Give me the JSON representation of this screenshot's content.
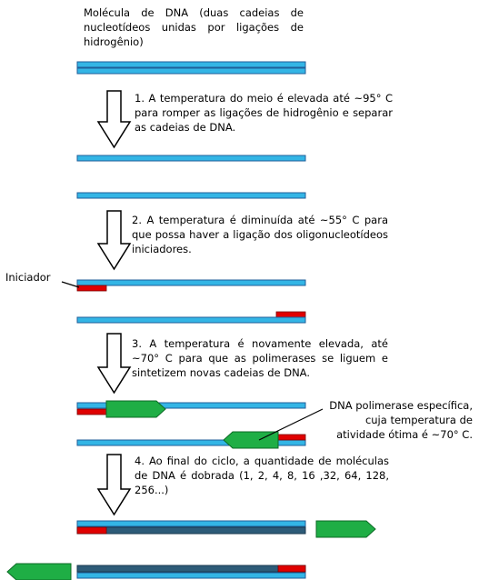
{
  "intro": "Molécula de DNA (duas cadeias de nucleotídeos unidas por ligações de hidrogênio)",
  "steps": [
    "1. A temperatura do meio é elevada até ~95° C para romper as ligações de hidrogênio e separar as cadeias de DNA.",
    "2. A temperatura é diminuída até ~55° C para que possa haver a ligação dos oligonucleotídeos iniciadores.",
    "3. A temperatura é novamente elevada, até ~70° C para que as polimerases se liguem e sintetizem novas cadeias de DNA.",
    "4. Ao final do ciclo, a quantidade de moléculas de DNA é dobrada (1, 2, 4, 8, 16 ,32, 64, 128, 256...)"
  ],
  "labels": {
    "primer": "Iniciador",
    "polymerase": "DNA polimerase específica, cuja temperatura de atividade ótima é ~70° C."
  },
  "colors": {
    "strand": "#33b5e5",
    "strand_outline": "#1f5f9a",
    "new_strand": "#2d5b78",
    "primer": "#e00000",
    "polymerase": "#1fae45",
    "polymerase_outline": "#0d6b26",
    "arrow_outline": "#000000",
    "arrow_fill": "#ffffff"
  }
}
